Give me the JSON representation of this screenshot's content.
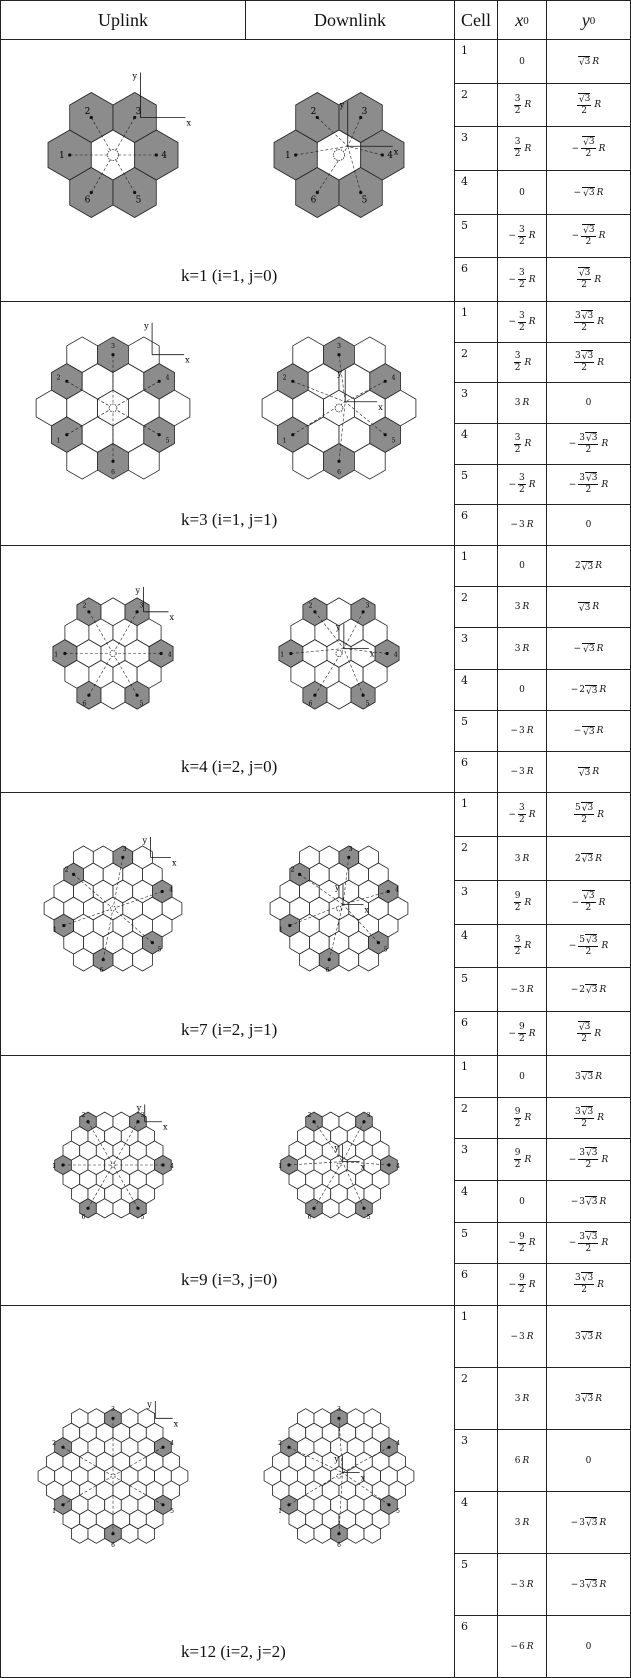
{
  "headers": {
    "uplink": "Uplink",
    "downlink": "Downlink",
    "cell": "Cell",
    "x0": "x",
    "x0_sub": "0",
    "y0": "y",
    "y0_sub": "0"
  },
  "sections": [
    {
      "k_label": "k=1 (i=1, j=0)",
      "rows": [
        {
          "cell": "1",
          "x": "0",
          "y": "√3R"
        },
        {
          "cell": "2",
          "x": "3/2 R",
          "y": "√3/2 R"
        },
        {
          "cell": "3",
          "x": "3/2 R",
          "y": "−√3/2 R"
        },
        {
          "cell": "4",
          "x": "0",
          "y": "−√3R"
        },
        {
          "cell": "5",
          "x": "−3/2 R",
          "y": "−√3/2 R"
        },
        {
          "cell": "6",
          "x": "−3/2 R",
          "y": "√3/2 R"
        }
      ]
    },
    {
      "k_label": "k=3 (i=1, j=1)",
      "rows": [
        {
          "cell": "1",
          "x": "−3/2 R",
          "y": "3√3/2 R"
        },
        {
          "cell": "2",
          "x": "3/2 R",
          "y": "3√3/2 R"
        },
        {
          "cell": "3",
          "x": "3 R",
          "y": "0"
        },
        {
          "cell": "4",
          "x": "3/2 R",
          "y": "−3√3/2 R"
        },
        {
          "cell": "5",
          "x": "−3/2 R",
          "y": "−3√3/2 R"
        },
        {
          "cell": "6",
          "x": "−3 R",
          "y": "0"
        }
      ]
    },
    {
      "k_label": "k=4 (i=2, j=0)",
      "rows": [
        {
          "cell": "1",
          "x": "0",
          "y": "2√3R"
        },
        {
          "cell": "2",
          "x": "3 R",
          "y": "√3R"
        },
        {
          "cell": "3",
          "x": "3 R",
          "y": "−√3R"
        },
        {
          "cell": "4",
          "x": "0",
          "y": "−2√3R"
        },
        {
          "cell": "5",
          "x": "−3 R",
          "y": "−√3R"
        },
        {
          "cell": "6",
          "x": "−3 R",
          "y": "√3R"
        }
      ]
    },
    {
      "k_label": "k=7 (i=2, j=1)",
      "rows": [
        {
          "cell": "1",
          "x": "−3/2 R",
          "y": "5√3/2 R"
        },
        {
          "cell": "2",
          "x": "3 R",
          "y": "2√3R"
        },
        {
          "cell": "3",
          "x": "9/2 R",
          "y": "−√3/2 R"
        },
        {
          "cell": "4",
          "x": "3/2 R",
          "y": "−5√3/2 R"
        },
        {
          "cell": "5",
          "x": "−3 R",
          "y": "−2√3R"
        },
        {
          "cell": "6",
          "x": "−9/2 R",
          "y": "√3/2 R"
        }
      ]
    },
    {
      "k_label": "k=9 (i=3, j=0)",
      "rows": [
        {
          "cell": "1",
          "x": "0",
          "y": "3√3R"
        },
        {
          "cell": "2",
          "x": "9/2 R",
          "y": "3√3/2 R"
        },
        {
          "cell": "3",
          "x": "9/2 R",
          "y": "−3√3/2 R"
        },
        {
          "cell": "4",
          "x": "0",
          "y": "−3√3R"
        },
        {
          "cell": "5",
          "x": "−9/2 R",
          "y": "−3√3/2 R"
        },
        {
          "cell": "6",
          "x": "−9/2 R",
          "y": "3√3/2 R"
        }
      ]
    },
    {
      "k_label": "k=12 (i=2, j=2)",
      "rows": [
        {
          "cell": "1",
          "x": "−3 R",
          "y": "3√3R"
        },
        {
          "cell": "2",
          "x": "3 R",
          "y": "3√3R"
        },
        {
          "cell": "3",
          "x": "6 R",
          "y": "0"
        },
        {
          "cell": "4",
          "x": "3 R",
          "y": "−3√3R"
        },
        {
          "cell": "5",
          "x": "−3 R",
          "y": "−3√3R"
        },
        {
          "cell": "6",
          "x": "−6 R",
          "y": "0"
        }
      ]
    }
  ],
  "diagram_labels": {
    "axis_x": "x",
    "axis_y": "y",
    "cells": [
      "1",
      "2",
      "3",
      "4",
      "5",
      "6"
    ]
  }
}
